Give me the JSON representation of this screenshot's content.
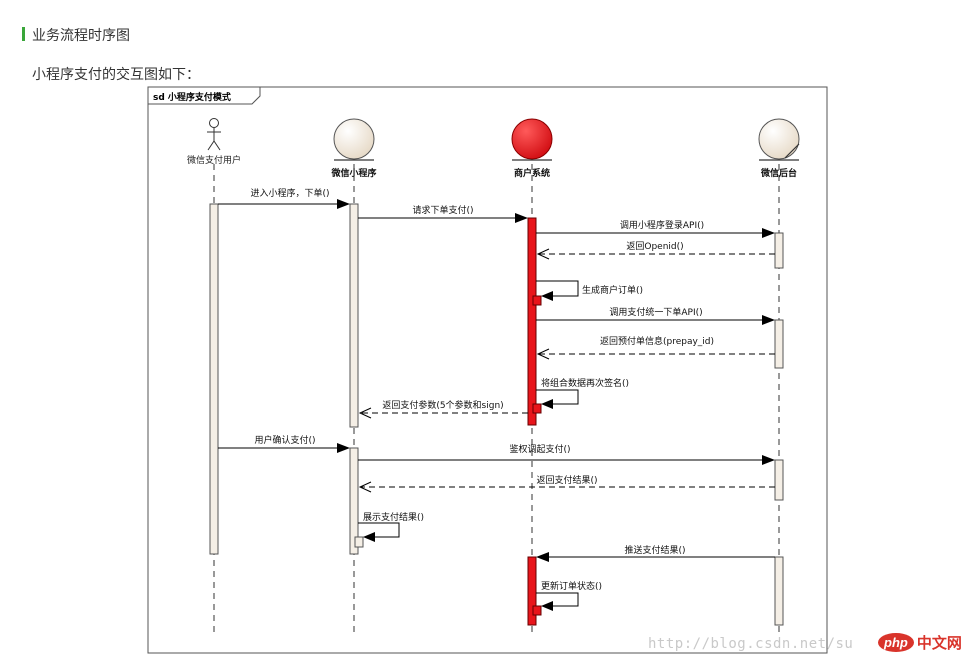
{
  "page": {
    "section_title": "业务流程时序图",
    "intro": "小程序支付的交互图如下："
  },
  "diagram": {
    "frame_label": "sd 小程序支付模式",
    "lifelines": [
      {
        "id": "user",
        "name": "微信支付用户",
        "kind": "actor"
      },
      {
        "id": "mini",
        "name": "微信小程序",
        "kind": "entity"
      },
      {
        "id": "merchant",
        "name": "商户系统",
        "kind": "entity-highlight"
      },
      {
        "id": "wxbackend",
        "name": "微信后台",
        "kind": "entity"
      }
    ],
    "messages": [
      {
        "from": "user",
        "to": "mini",
        "label": "进入小程序，下单()",
        "style": "sync"
      },
      {
        "from": "mini",
        "to": "merchant",
        "label": "请求下单支付()",
        "style": "sync"
      },
      {
        "from": "merchant",
        "to": "wxbackend",
        "label": "调用小程序登录API()",
        "style": "sync"
      },
      {
        "from": "wxbackend",
        "to": "merchant",
        "label": "返回Openid()",
        "style": "return"
      },
      {
        "from": "merchant",
        "to": "merchant",
        "label": "生成商户订单()",
        "style": "self"
      },
      {
        "from": "merchant",
        "to": "wxbackend",
        "label": "调用支付统一下单API()",
        "style": "sync"
      },
      {
        "from": "wxbackend",
        "to": "merchant",
        "label": "返回预付单信息(prepay_id)",
        "style": "return"
      },
      {
        "from": "merchant",
        "to": "merchant",
        "label": "将组合数据再次签名()",
        "style": "self"
      },
      {
        "from": "merchant",
        "to": "mini",
        "label": "返回支付参数(5个参数和sign)",
        "style": "return"
      },
      {
        "from": "user",
        "to": "mini",
        "label": "用户确认支付()",
        "style": "sync"
      },
      {
        "from": "mini",
        "to": "wxbackend",
        "label": "鉴权调起支付()",
        "style": "sync"
      },
      {
        "from": "wxbackend",
        "to": "mini",
        "label": "返回支付结果()",
        "style": "return"
      },
      {
        "from": "mini",
        "to": "mini",
        "label": "展示支付结果()",
        "style": "self"
      },
      {
        "from": "wxbackend",
        "to": "merchant",
        "label": "推送支付结果()",
        "style": "sync"
      },
      {
        "from": "merchant",
        "to": "merchant",
        "label": "更新订单状态()",
        "style": "self"
      }
    ]
  },
  "watermark": {
    "url": "http://blog.csdn.net/su",
    "logo_php": "php",
    "logo_cn": "中文网"
  },
  "colors": {
    "accent_bar": "#3aa63a",
    "merchant_fill": "#e8151b",
    "entity_fill": "#f3ebe0",
    "activation_fill": "#f5efe6"
  }
}
